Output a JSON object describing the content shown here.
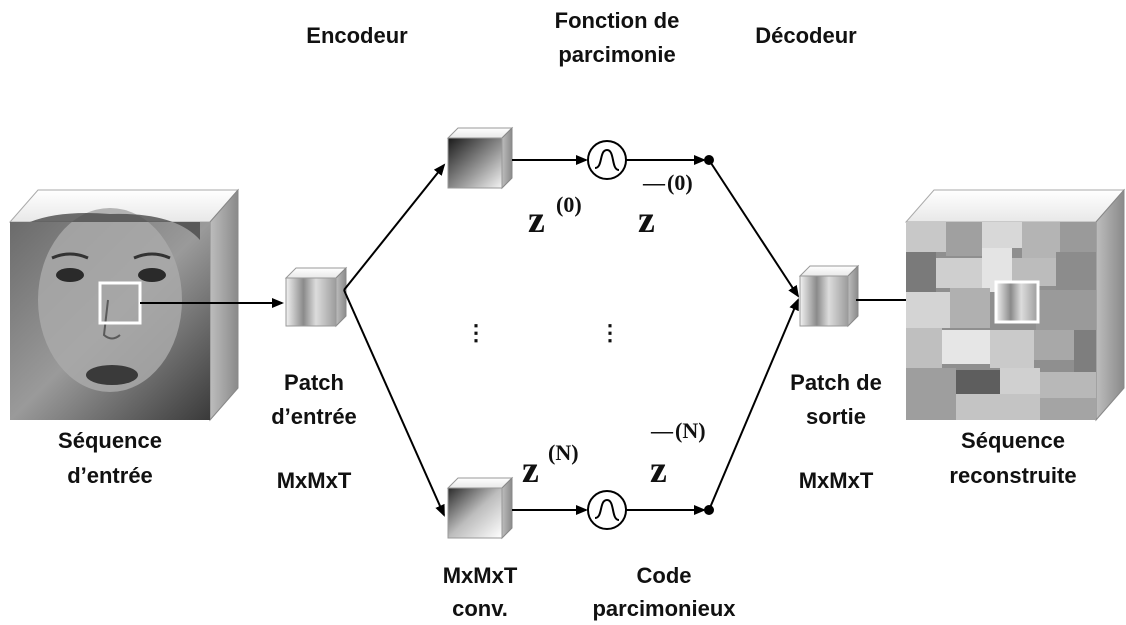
{
  "headers": {
    "encoder": "Encodeur",
    "sparsity_line1": "Fonction de",
    "sparsity_line2": "parcimonie",
    "decoder": "Décodeur"
  },
  "input_sequence": {
    "line1": "Séquence",
    "line2": "d’entrée"
  },
  "input_patch": {
    "line1": "Patch",
    "line2": "d’entrée",
    "size": "MxMxT"
  },
  "conv": {
    "line1": "MxMxT",
    "line2": "conv."
  },
  "sparse_code": {
    "line1": "Code",
    "line2": "parcimonieux"
  },
  "output_patch": {
    "line1": "Patch de",
    "line2": "sortie",
    "size": "MxMxT"
  },
  "output_sequence": {
    "line1": "Séquence",
    "line2": "reconstruite"
  },
  "codes": {
    "z_letter": "z",
    "sup_top": "(0)",
    "sup_bottom": "(N)",
    "bar": "—"
  },
  "ellipsis": "⋮"
}
